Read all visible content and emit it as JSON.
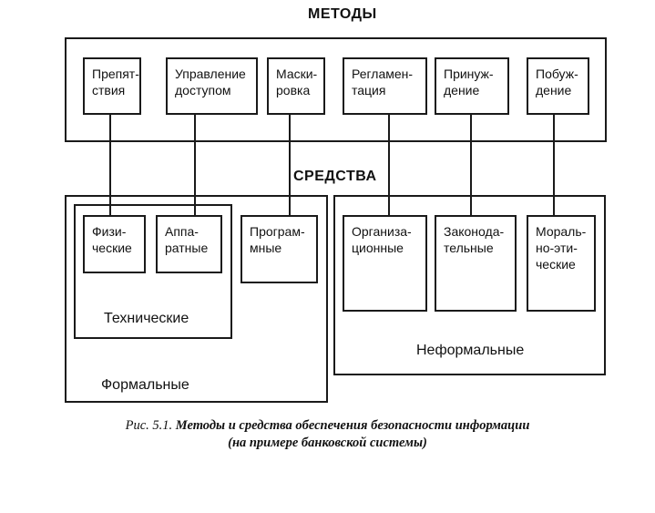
{
  "diagram": {
    "methods_title": "МЕТОДЫ",
    "means_title": "СРЕДСТВА",
    "methods": [
      {
        "key": "obstacle",
        "label": "Препят-\nствия"
      },
      {
        "key": "access",
        "label": "Управление\nдоступом"
      },
      {
        "key": "masking",
        "label": "Маски-\nровка"
      },
      {
        "key": "regulation",
        "label": "Регламен-\nтация"
      },
      {
        "key": "coercion",
        "label": "Принуж-\nдение"
      },
      {
        "key": "motivation",
        "label": "Побуж-\nдение"
      }
    ],
    "means": [
      {
        "key": "physical",
        "label": "Физи-\nческие"
      },
      {
        "key": "hardware",
        "label": "Аппа-\nратные"
      },
      {
        "key": "software",
        "label": "Програм-\nмные"
      },
      {
        "key": "organizational",
        "label": "Организа-\nционные"
      },
      {
        "key": "legislative",
        "label": "Законода-\nтельные"
      },
      {
        "key": "moral",
        "label": "Мораль-\nно-эти-\nческие"
      }
    ],
    "technical_label": "Технические",
    "formal_label": "Формальные",
    "informal_label": "Неформальные"
  },
  "caption": {
    "prefix": "Рис. 5.1.",
    "line1": "Методы и средства обеспечения безопасности информации",
    "line2": "(на примере банковской системы)"
  }
}
